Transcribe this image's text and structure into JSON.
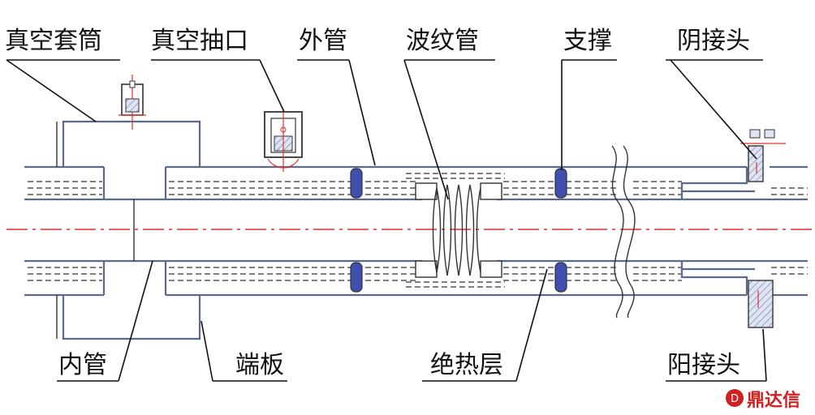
{
  "labels": {
    "vacuum_sleeve": "真空套筒",
    "vacuum_port": "真空抽口",
    "outer_tube": "外管",
    "bellows": "波纹管",
    "support": "支撑",
    "female_joint": "阴接头",
    "inner_tube": "内管",
    "end_plate": "端板",
    "insulation": "绝热层",
    "male_joint": "阳接头"
  },
  "watermark": {
    "text": "鼎达信"
  },
  "colors": {
    "wall": "#5a6a8a",
    "support_fill": "#3f4fb0",
    "centerline": "#e03030",
    "watermark": "#d02020"
  }
}
